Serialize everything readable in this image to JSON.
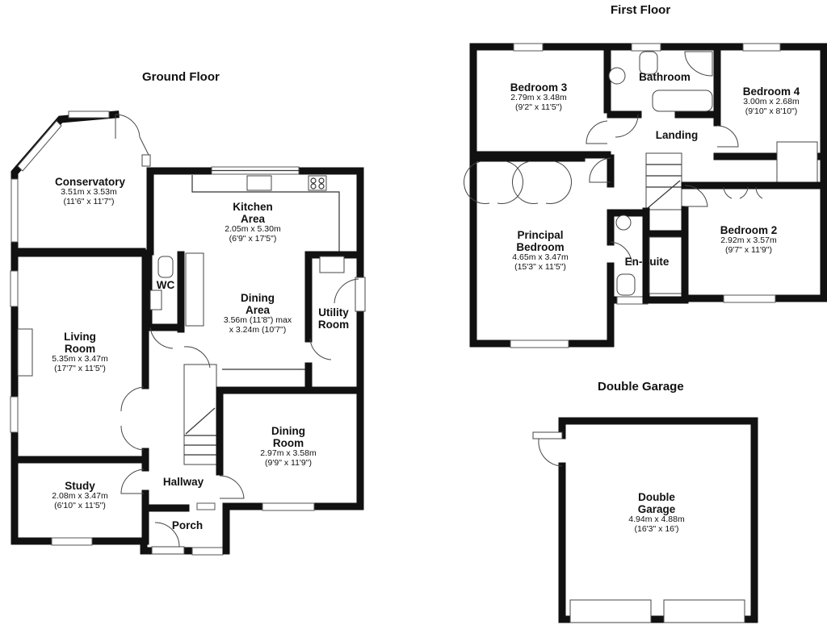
{
  "floors": {
    "ground": "Ground Floor",
    "first": "First Floor",
    "garage": "Double Garage"
  },
  "rooms": {
    "conservatory": {
      "name": "Conservatory",
      "dim1": "3.51m x 3.53m",
      "dim2": "(11'6\" x 11'7\")"
    },
    "kitchen": {
      "name1": "Kitchen",
      "name2": "Area",
      "dim1": "2.05m x 5.30m",
      "dim2": "(6'9\" x 17'5\")"
    },
    "wc": {
      "name": "WC"
    },
    "dining_area": {
      "name1": "Dining",
      "name2": "Area",
      "dim1": "3.56m (11'8\") max",
      "dim2": "x 3.24m (10'7\")"
    },
    "utility": {
      "name1": "Utility",
      "name2": "Room"
    },
    "living": {
      "name1": "Living",
      "name2": "Room",
      "dim1": "5.35m x 3.47m",
      "dim2": "(17'7\" x 11'5\")"
    },
    "dining_room": {
      "name1": "Dining",
      "name2": "Room",
      "dim1": "2.97m x 3.58m",
      "dim2": "(9'9\" x 11'9\")"
    },
    "hallway": {
      "name": "Hallway"
    },
    "study": {
      "name": "Study",
      "dim1": "2.08m x 3.47m",
      "dim2": "(6'10\" x 11'5\")"
    },
    "porch": {
      "name": "Porch"
    },
    "bedroom3": {
      "name": "Bedroom 3",
      "dim1": "2.79m x 3.48m",
      "dim2": "(9'2\" x 11'5\")"
    },
    "bathroom": {
      "name": "Bathroom"
    },
    "bedroom4": {
      "name": "Bedroom 4",
      "dim1": "3.00m x 2.68m",
      "dim2": "(9'10\" x 8'10\")"
    },
    "landing": {
      "name": "Landing"
    },
    "principal": {
      "name1": "Principal",
      "name2": "Bedroom",
      "dim1": "4.65m x 3.47m",
      "dim2": "(15'3\" x 11'5\")"
    },
    "ensuite": {
      "name": "En-Suite"
    },
    "bedroom2": {
      "name": "Bedroom 2",
      "dim1": "2.92m x 3.57m",
      "dim2": "(9'7\" x 11'9\")"
    },
    "garage": {
      "name1": "Double",
      "name2": "Garage",
      "dim1": "4.94m x 4.88m",
      "dim2": "(16'3\" x 16')"
    }
  }
}
